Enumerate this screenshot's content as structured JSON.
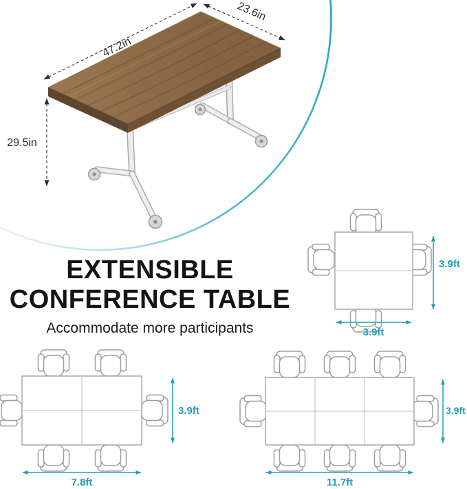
{
  "accent_color": "#1f9fb5",
  "headline": {
    "line1": "EXTENSIBLE",
    "line2": "CONFERENCE TABLE",
    "subtitle": "Accommodate more participants"
  },
  "product_dimensions": {
    "length": "47.2in",
    "width": "23.6in",
    "height": "29.5in"
  },
  "layouts": [
    {
      "id": "square-4-seat",
      "seats": 4,
      "width": "3.9ft",
      "depth": "3.9ft"
    },
    {
      "id": "rect-6-seat",
      "seats": 6,
      "width": "7.8ft",
      "depth": "3.9ft"
    },
    {
      "id": "rect-8-seat",
      "seats": 8,
      "width": "11.7ft",
      "depth": "3.9ft"
    }
  ]
}
